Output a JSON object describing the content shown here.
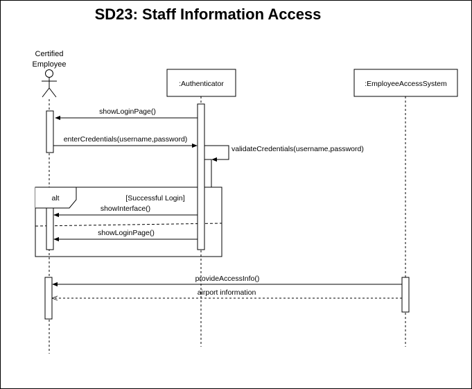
{
  "title": "SD23: Staff Information Access",
  "actor": {
    "label_line1": "Certified",
    "label_line2": "Employee",
    "icon": "stick-figure-actor"
  },
  "lifelines": [
    {
      "id": "authenticator",
      "label": ":Authenticator"
    },
    {
      "id": "employee_access_system",
      "label": ":EmployeeAccessSystem"
    }
  ],
  "messages": {
    "m1": "showLoginPage()",
    "m2": "enterCredentials(username,password)",
    "m3": "validateCredentials(username,password)",
    "m4": "showInterface()",
    "m5": "showLoginPage()",
    "m6": "provideAccessInfo()",
    "m7": "airport information"
  },
  "fragment": {
    "operator": "alt",
    "guard": "[Successful Login]"
  },
  "colors": {
    "line": "#000000",
    "background": "#ffffff"
  }
}
